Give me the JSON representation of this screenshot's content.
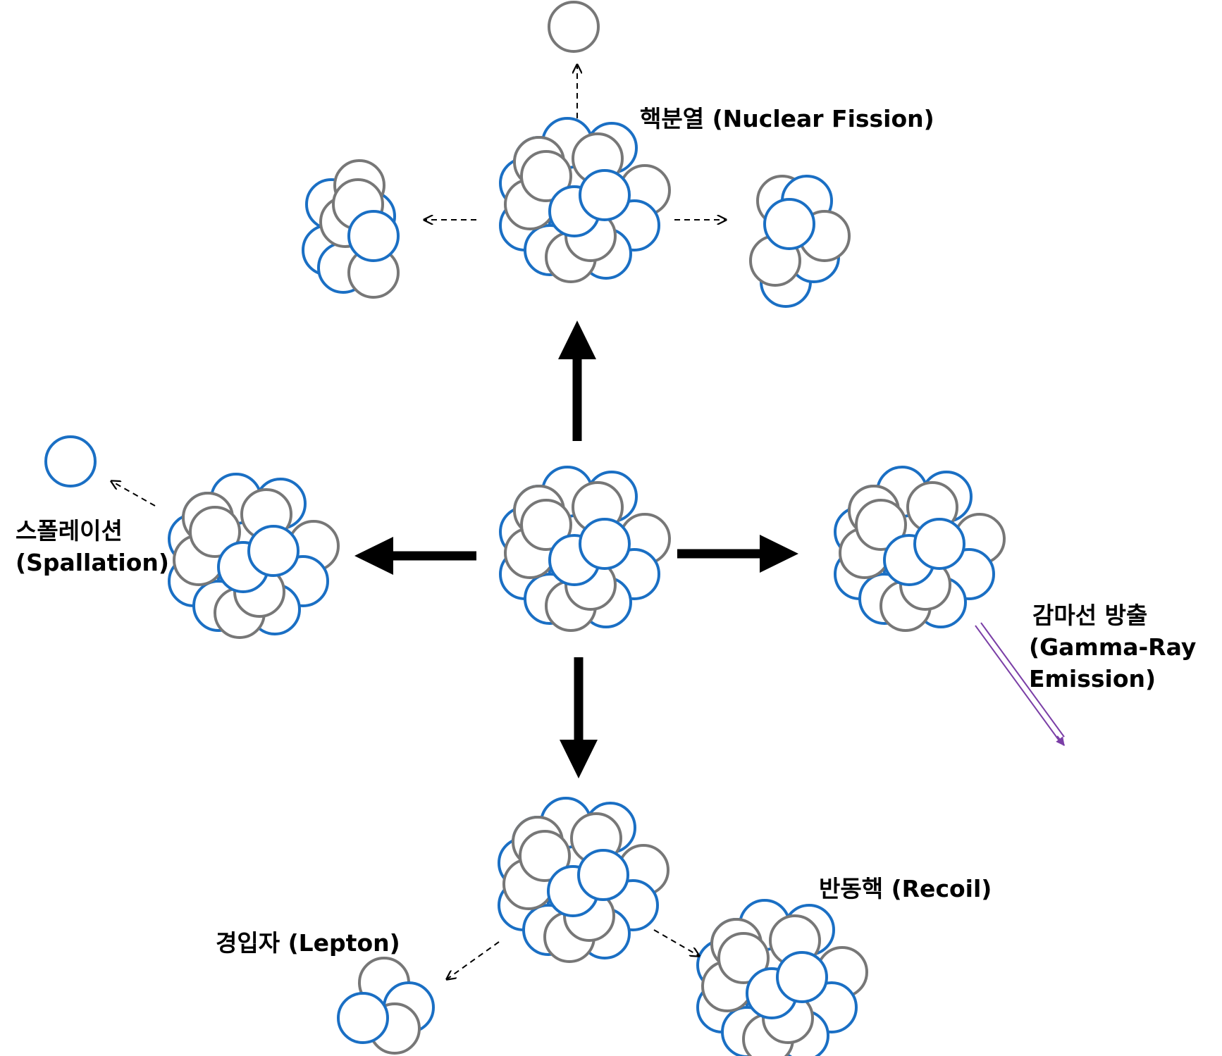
{
  "colors": {
    "proton": "#1a6fc4",
    "neutron": "#777777",
    "arrow": "#000000",
    "gamma": "#7a3ea6"
  },
  "labels": {
    "fission": "핵분열 (Nuclear Fission)",
    "spallation_1": "스폴레이션",
    "spallation_2": "(Spallation)",
    "gamma_1": "감마선 방출",
    "gamma_2": "(Gamma-Ray",
    "gamma_3": "Emission)",
    "recoil": "반동핵 (Recoil)",
    "lepton": "경입자 (Lepton)"
  }
}
